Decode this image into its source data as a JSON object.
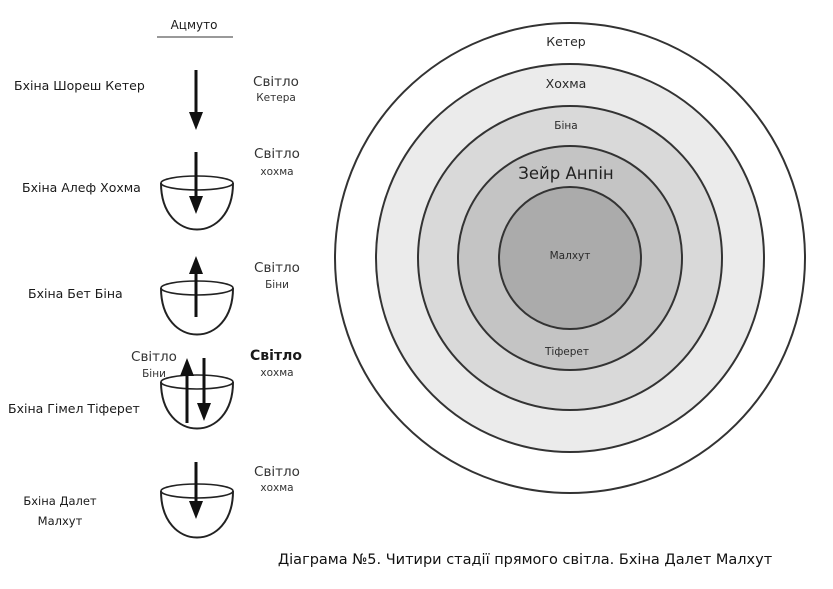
{
  "top_label": "Ацмуто",
  "stages": [
    {
      "name": "Бхіна Шореш Кетер",
      "light_title": "Світло",
      "light_sub": "Кетера"
    },
    {
      "name": "Бхіна Алеф Хохма",
      "light_title": "Світло",
      "light_sub": "хохма"
    },
    {
      "name": "Бхіна Бет Біна",
      "light_title": "Світло",
      "light_sub": "Біни"
    },
    {
      "name": "Бхіна Гімел Тіферет",
      "light_title": "Світло",
      "light_sub": "хохма",
      "left_title": "Світло",
      "left_sub": "Біни"
    },
    {
      "name_line1": "Бхіна Далет",
      "name_line2": "Малхут",
      "light_title": "Світло",
      "light_sub": "хохма"
    }
  ],
  "rings": {
    "keter": "Кетер",
    "hokhma": "Хохма",
    "bina": "Біна",
    "zeir": "Зейр Анпін",
    "tiferet": "Тіферет",
    "malkhut": "Малхут"
  },
  "colors": {
    "ring1": "#ffffff",
    "ring2": "#ebebeb",
    "ring3": "#d9d9d9",
    "ring4": "#c4c4c4",
    "ring5": "#ababab",
    "stroke": "#333333"
  },
  "caption": "Діаграма №5. Читири стадії прямого світла. Бхіна Далет Малхут"
}
